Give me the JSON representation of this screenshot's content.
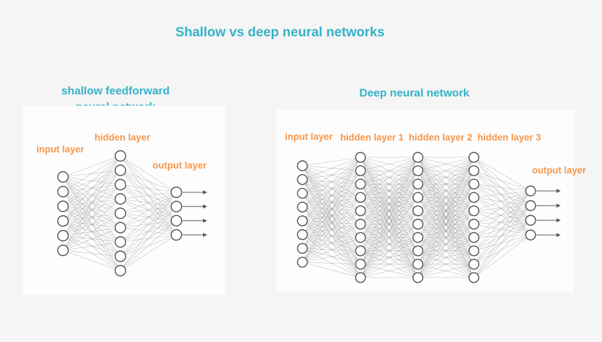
{
  "page": {
    "title": "Shallow vs deep neural networks"
  },
  "colors": {
    "teal": "#35b2c9",
    "orange": "#f8964a",
    "node_fill": "#ffffff",
    "node_stroke": "#4f4f4f",
    "edge": "#8f8f8f",
    "arrow": "#5a5a5a",
    "panel_bg": "#fdfdfe",
    "page_bg": "#f5f5f6"
  },
  "networks": [
    {
      "id": "shallow",
      "heading": "shallow feedforward neural network",
      "heading_lines": [
        "shallow feedforward",
        "neural network"
      ],
      "layers": [
        {
          "name": "input layer",
          "nodes": 6,
          "arrows": false
        },
        {
          "name": "hidden layer",
          "nodes": 9,
          "arrows": false
        },
        {
          "name": "output layer",
          "nodes": 4,
          "arrows": true
        }
      ]
    },
    {
      "id": "deep",
      "heading": "Deep neural network",
      "heading_lines": [
        "Deep neural network"
      ],
      "layers": [
        {
          "name": "input layer",
          "nodes": 8,
          "arrows": false
        },
        {
          "name": "hidden layer 1",
          "nodes": 10,
          "arrows": false
        },
        {
          "name": "hidden layer 2",
          "nodes": 10,
          "arrows": false
        },
        {
          "name": "hidden layer 3",
          "nodes": 10,
          "arrows": false
        },
        {
          "name": "output layer",
          "nodes": 4,
          "arrows": true
        }
      ]
    }
  ]
}
